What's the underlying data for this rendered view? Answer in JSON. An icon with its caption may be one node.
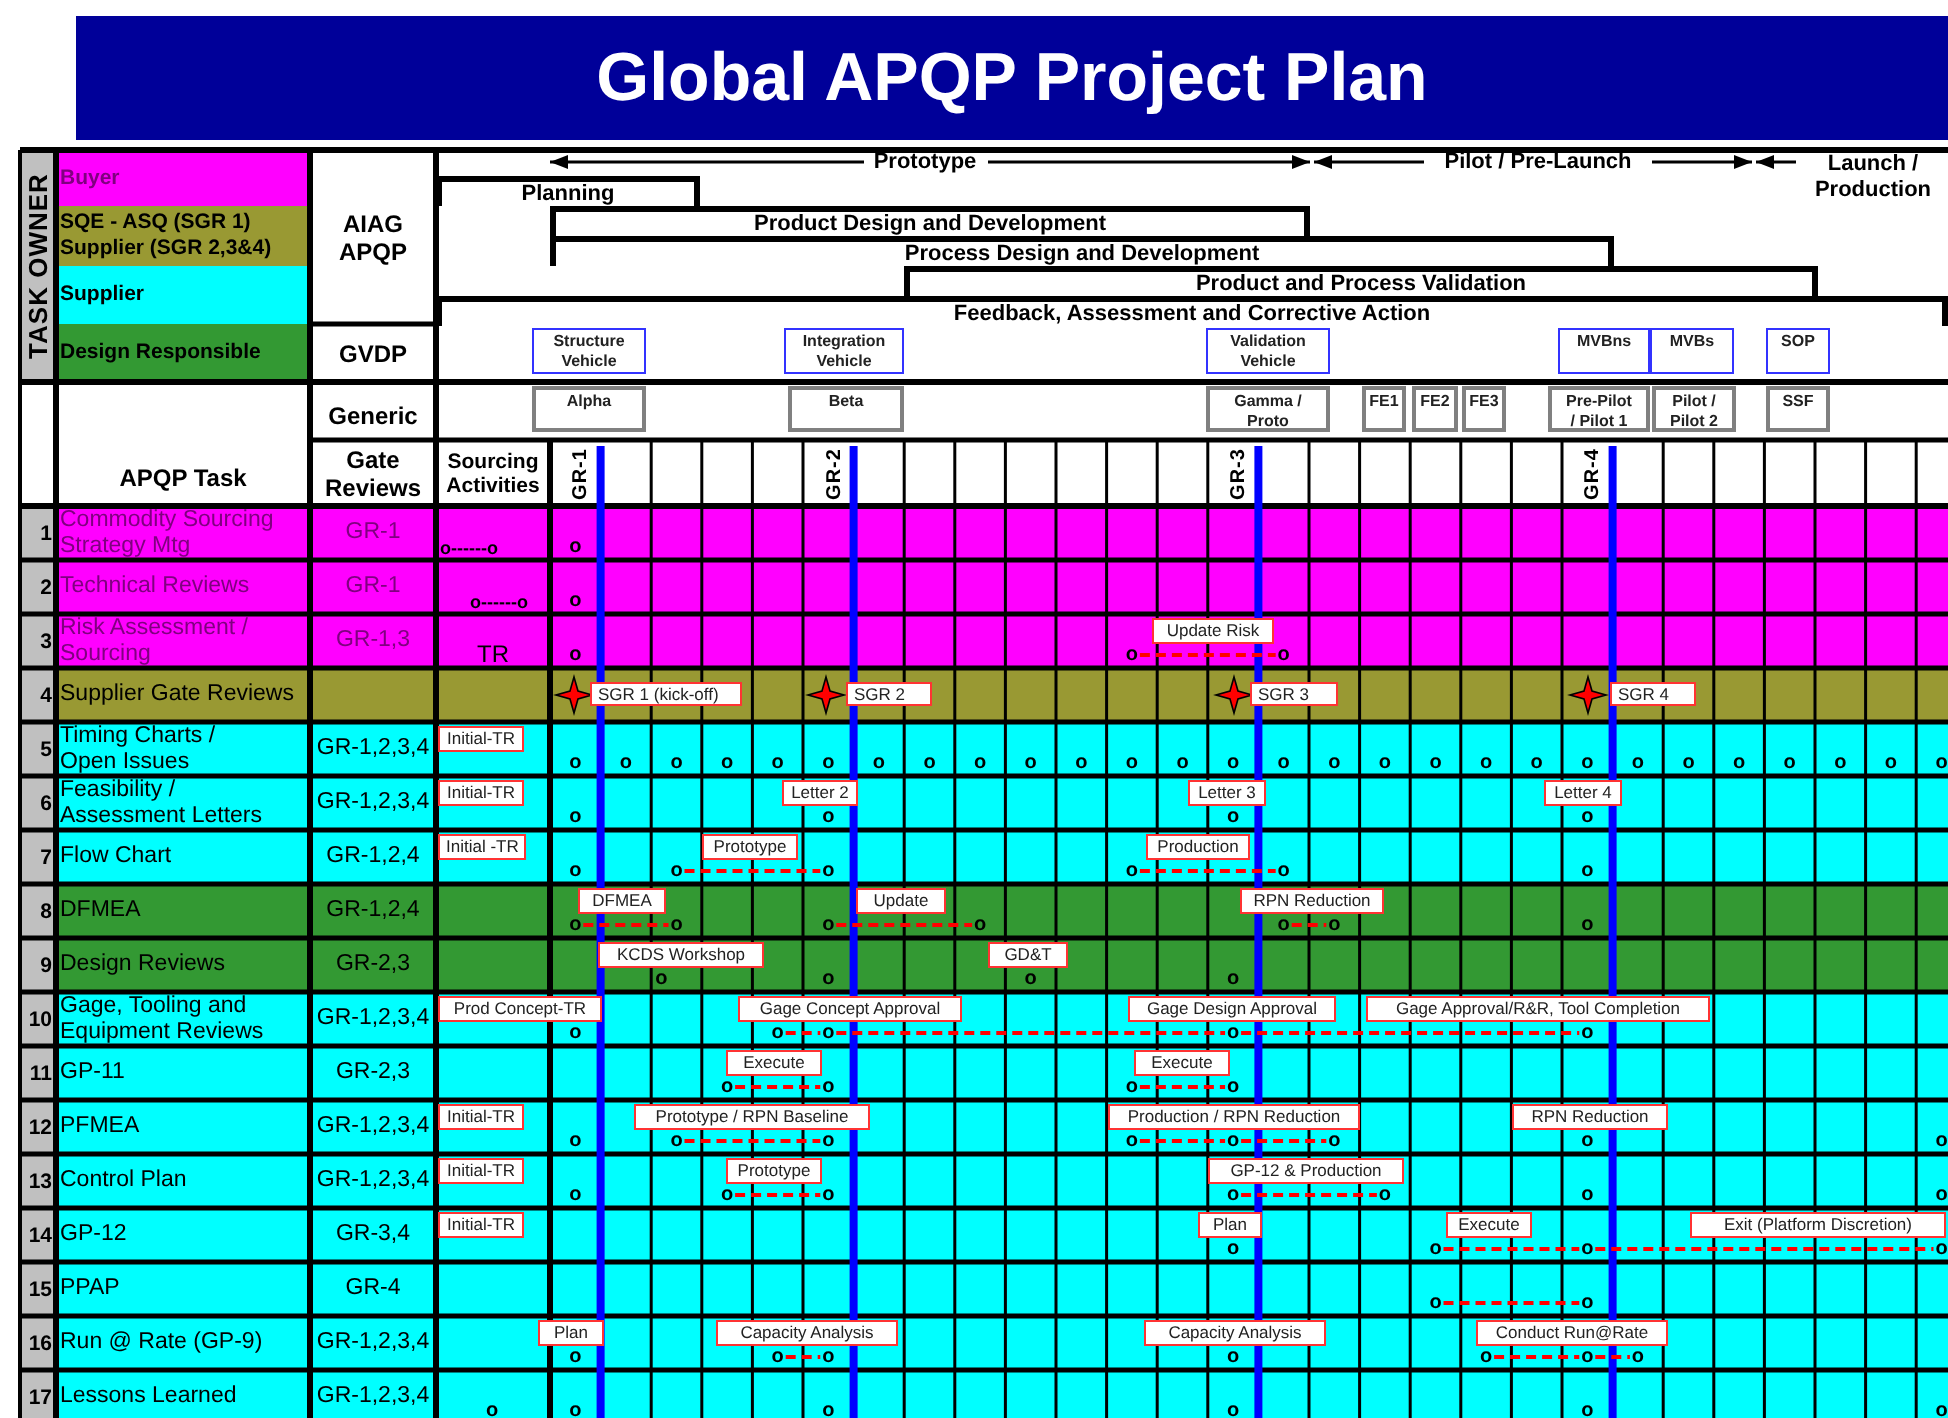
{
  "diagram": {
    "title": "Global APQP Project Plan",
    "nodes": [
      {
        "text": [
          "Planning"
        ]
      },
      {
        "text": [
          "Product Design and Development"
        ]
      },
      {
        "text": [
          "Process Design and Development"
        ]
      },
      {
        "text": [
          "Product and Process Validation"
        ]
      },
      {
        "text": [
          "Feedback, Assessment and Corrective Action"
        ]
      },
      {
        "text": [
          "Structure Vehicle"
        ]
      },
      {
        "text": [
          "Integration Vehicle"
        ]
      },
      {
        "text": [
          "Validation Vehicle"
        ]
      },
      {
        "text": [
          "MVBns"
        ]
      },
      {
        "text": [
          "MVBs"
        ]
      },
      {
        "text": [
          "SOP"
        ]
      },
      {
        "text": [
          "Alpha"
        ]
      },
      {
        "text": [
          "Beta"
        ]
      },
      {
        "text": [
          "Gamma / Proto"
        ]
      },
      {
        "text": [
          "FE1"
        ]
      },
      {
        "text": [
          "FE2"
        ]
      },
      {
        "text": [
          "FE3"
        ]
      },
      {
        "text": [
          "Pre-Pilot / Pilot 1"
        ]
      },
      {
        "text": [
          "Pilot / Pilot 2"
        ]
      },
      {
        "text": [
          "SSF"
        ]
      },
      {
        "text": [
          "Update Risk"
        ]
      },
      {
        "text": [
          "o"
        ]
      },
      {
        "text": [
          "o"
        ]
      },
      {
        "text": [
          "SGR 1 (kick-off)"
        ]
      },
      {
        "text": [
          "SGR 2"
        ]
      },
      {
        "text": [
          "SGR 3"
        ]
      },
      {
        "text": [
          "SGR 4"
        ]
      },
      {
        "text": [
          "Initial-TR"
        ]
      },
      {
        "text": [
          "Initial-TR"
        ]
      },
      {
        "text": [
          "Letter 2"
        ]
      },
      {
        "text": [
          "Letter 3"
        ]
      },
      {
        "text": [
          "Letter 4"
        ]
      },
      {
        "text": [
          "Initial -TR"
        ]
      },
      {
        "text": [
          "Prototype"
        ]
      },
      {
        "text": [
          "Production"
        ]
      },
      {
        "text": [
          "o"
        ]
      },
      {
        "text": [
          "o"
        ]
      },
      {
        "text": [
          "o"
        ]
      },
      {
        "text": [
          "o"
        ]
      },
      {
        "text": [
          "DFMEA"
        ]
      },
      {
        "text": [
          "Update"
        ]
      },
      {
        "text": [
          "RPN Reduction"
        ]
      },
      {
        "text": [
          "o"
        ]
      },
      {
        "text": [
          "o"
        ]
      },
      {
        "text": [
          "o"
        ]
      },
      {
        "text": [
          "o"
        ]
      },
      {
        "text": [
          "o"
        ]
      },
      {
        "text": [
          "o"
        ]
      },
      {
        "text": [
          "KCDS Workshop"
        ]
      },
      {
        "text": [
          "GD&T"
        ]
      },
      {
        "text": [
          "Prod Concept-TR"
        ]
      },
      {
        "text": [
          "Gage Concept Approval"
        ]
      },
      {
        "text": [
          "Gage Design Approval"
        ]
      },
      {
        "text": [
          "Gage Approval/R&R, Tool Completion"
        ]
      },
      {
        "text": [
          "o"
        ]
      },
      {
        "text": [
          "o"
        ]
      },
      {
        "text": [
          "o"
        ]
      },
      {
        "text": [
          "o"
        ]
      },
      {
        "text": [
          "Execute"
        ]
      },
      {
        "text": [
          "Execute"
        ]
      },
      {
        "text": [
          "o"
        ]
      },
      {
        "text": [
          "o"
        ]
      },
      {
        "text": [
          "o"
        ]
      },
      {
        "text": [
          "o"
        ]
      },
      {
        "text": [
          "Initial-TR"
        ]
      },
      {
        "text": [
          "Prototype / RPN Baseline"
        ]
      },
      {
        "text": [
          "Production / RPN Reduction"
        ]
      },
      {
        "text": [
          "RPN Reduction"
        ]
      },
      {
        "text": [
          "o"
        ]
      },
      {
        "text": [
          "o"
        ]
      },
      {
        "text": [
          "o"
        ]
      },
      {
        "text": [
          "o"
        ]
      },
      {
        "text": [
          "o"
        ]
      },
      {
        "text": [
          "Initial-TR"
        ]
      },
      {
        "text": [
          "Prototype"
        ]
      },
      {
        "text": [
          "GP-12 & Production"
        ]
      },
      {
        "text": [
          "o"
        ]
      },
      {
        "text": [
          "o"
        ]
      },
      {
        "text": [
          "o"
        ]
      },
      {
        "text": [
          "o"
        ]
      },
      {
        "text": [
          "Initial-TR"
        ]
      },
      {
        "text": [
          "Plan"
        ]
      },
      {
        "text": [
          "Execute"
        ]
      },
      {
        "text": [
          "Exit (Platform Discretion)"
        ]
      },
      {
        "text": [
          "o"
        ]
      },
      {
        "text": [
          "o"
        ]
      },
      {
        "text": [
          "o"
        ]
      },
      {
        "text": [
          "o"
        ]
      },
      {
        "text": [
          "o"
        ]
      },
      {
        "text": [
          "Plan"
        ]
      },
      {
        "text": [
          "Capacity Analysis"
        ]
      },
      {
        "text": [
          "Capacity Analysis"
        ]
      },
      {
        "text": [
          "Conduct Run@Rate"
        ]
      },
      {
        "text": [
          "o"
        ]
      },
      {
        "text": [
          "o"
        ]
      },
      {
        "text": [
          "o"
        ]
      },
      {
        "text": [
          "o"
        ]
      },
      {
        "text": [
          "o"
        ]
      }
    ],
    "edges": [
      {
        "from": 21,
        "to": 22,
        "arrow": "none",
        "style": "dashed"
      },
      {
        "from": 35,
        "to": 36,
        "arrow": "none",
        "style": "dashed"
      },
      {
        "from": 37,
        "to": 38,
        "arrow": "none",
        "style": "dashed"
      },
      {
        "from": 42,
        "to": 43,
        "arrow": "none",
        "style": "dashed"
      },
      {
        "from": 44,
        "to": 45,
        "arrow": "none",
        "style": "dashed"
      },
      {
        "from": 46,
        "to": 47,
        "arrow": "none",
        "style": "dashed"
      },
      {
        "from": 54,
        "to": 55,
        "arrow": "none",
        "style": "dashed"
      },
      {
        "from": 55,
        "to": 56,
        "arrow": "none",
        "style": "dashed"
      },
      {
        "from": 56,
        "to": 57,
        "arrow": "none",
        "style": "dashed"
      },
      {
        "from": 60,
        "to": 61,
        "arrow": "none",
        "style": "dashed"
      },
      {
        "from": 62,
        "to": 63,
        "arrow": "none",
        "style": "dashed"
      },
      {
        "from": 68,
        "to": 69,
        "arrow": "none",
        "style": "dashed"
      },
      {
        "from": 70,
        "to": 71,
        "arrow": "none",
        "style": "dashed"
      },
      {
        "from": 71,
        "to": 72,
        "arrow": "none",
        "style": "dashed"
      },
      {
        "from": 76,
        "to": 77,
        "arrow": "none",
        "style": "dashed"
      },
      {
        "from": 78,
        "to": 79,
        "arrow": "none",
        "style": "dashed"
      },
      {
        "from": 84,
        "to": 85,
        "arrow": "none",
        "style": "dashed"
      },
      {
        "from": 85,
        "to": 86,
        "arrow": "none",
        "style": "dashed"
      },
      {
        "from": 87,
        "to": 88,
        "arrow": "none",
        "style": "dashed"
      },
      {
        "from": 93,
        "to": 94,
        "arrow": "none",
        "style": "dashed"
      },
      {
        "from": 95,
        "to": 96,
        "arrow": "none",
        "style": "dashed"
      },
      {
        "from": 96,
        "to": 97,
        "arrow": "none",
        "style": "dashed"
      }
    ],
    "labels": [
      "Prototype",
      "Pilot / Pre-Launch",
      "Launch / Production",
      "TASK OWNER",
      "AIAG APQP",
      "GVDP",
      "Generic",
      "APQP Task",
      "Gate Reviews",
      "Sourcing Activities",
      "GR-1",
      "GR-2",
      "GR-3",
      "GR-4",
      "1",
      "Commodity Sourcing Strategy Mtg",
      "GR-1",
      "o------o",
      "o",
      "2",
      "Technical Reviews",
      "GR-1",
      "o------o",
      "o",
      "3",
      "Risk Assessment / Sourcing",
      "GR-1,3",
      "TR",
      "o",
      "4",
      "Supplier Gate Reviews",
      "5",
      "Timing Charts / Open Issues",
      "GR-1,2,3,4",
      "o",
      "o",
      "o",
      "o",
      "o",
      "o",
      "o",
      "o",
      "o",
      "o",
      "o",
      "o",
      "o",
      "o",
      "o",
      "o",
      "o",
      "o",
      "o",
      "o",
      "o",
      "o",
      "o",
      "o",
      "o",
      "o",
      "o",
      "o",
      "6",
      "Feasibility / Assessment Letters",
      "GR-1,2,3,4",
      "o",
      "o",
      "o",
      "o",
      "7",
      "Flow Chart",
      "GR-1,2,4",
      "o",
      "o",
      "8",
      "DFMEA",
      "GR-1,2,4",
      "o",
      "9",
      "Design Reviews",
      "GR-2,3",
      "o",
      "o",
      "o",
      "o",
      "10",
      "Gage, Tooling and Equipment Reviews",
      "GR-1,2,3,4",
      "o",
      "11",
      "GP-11",
      "GR-2,3",
      "12",
      "PFMEA",
      "GR-1,2,3,4",
      "o",
      "o",
      "o",
      "13",
      "Control Plan",
      "GR-1,2,3,4",
      "o",
      "o",
      "o",
      "14",
      "GP-12",
      "GR-3,4",
      "o",
      "15",
      "PPAP",
      "GR-4",
      "16",
      "Run @ Rate (GP-9)",
      "GR-1,2,3,4",
      "o",
      "o",
      "17",
      "Lessons Learned",
      "GR-1,2,3,4",
      "o",
      "o",
      "o",
      "o",
      "o",
      "o"
    ],
    "legend": [
      {
        "text": "Buyer",
        "color": "#ff00ff"
      },
      {
        "text": "SQE - ASQ (SGR 1) Supplier (SGR 2,3&4)",
        "color": "#999933"
      },
      {
        "text": "Supplier",
        "color": "#00ffff"
      },
      {
        "text": "Design Responsible",
        "color": "#339933"
      }
    ]
  }
}
